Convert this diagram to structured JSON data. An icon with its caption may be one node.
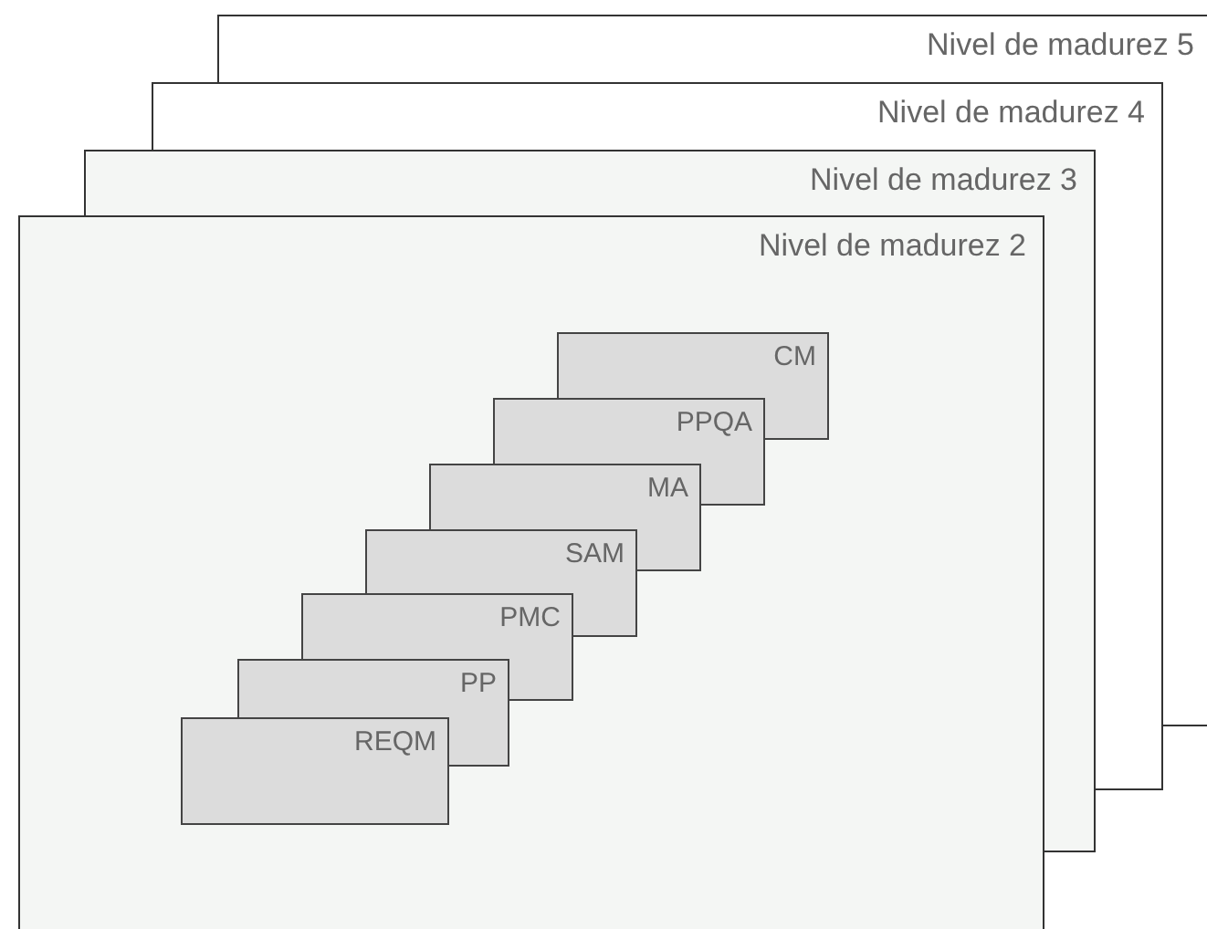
{
  "diagram": {
    "nodes": [
      {
        "text": [
          "Nivel de madurez 5"
        ]
      },
      {
        "text": [
          "Nivel de madurez 4"
        ]
      },
      {
        "text": [
          "Nivel de madurez 3"
        ]
      },
      {
        "text": [
          "Nivel de madurez 2"
        ]
      },
      {
        "text": [
          "CM"
        ],
        "in": 3
      },
      {
        "text": [
          "PPQA"
        ],
        "in": 3
      },
      {
        "text": [
          "MA"
        ],
        "in": 3
      },
      {
        "text": [
          "SAM"
        ],
        "in": 3
      },
      {
        "text": [
          "PMC"
        ],
        "in": 3
      },
      {
        "text": [
          "PP"
        ],
        "in": 3
      },
      {
        "text": [
          "REQM"
        ],
        "in": 3
      }
    ],
    "edges": []
  }
}
